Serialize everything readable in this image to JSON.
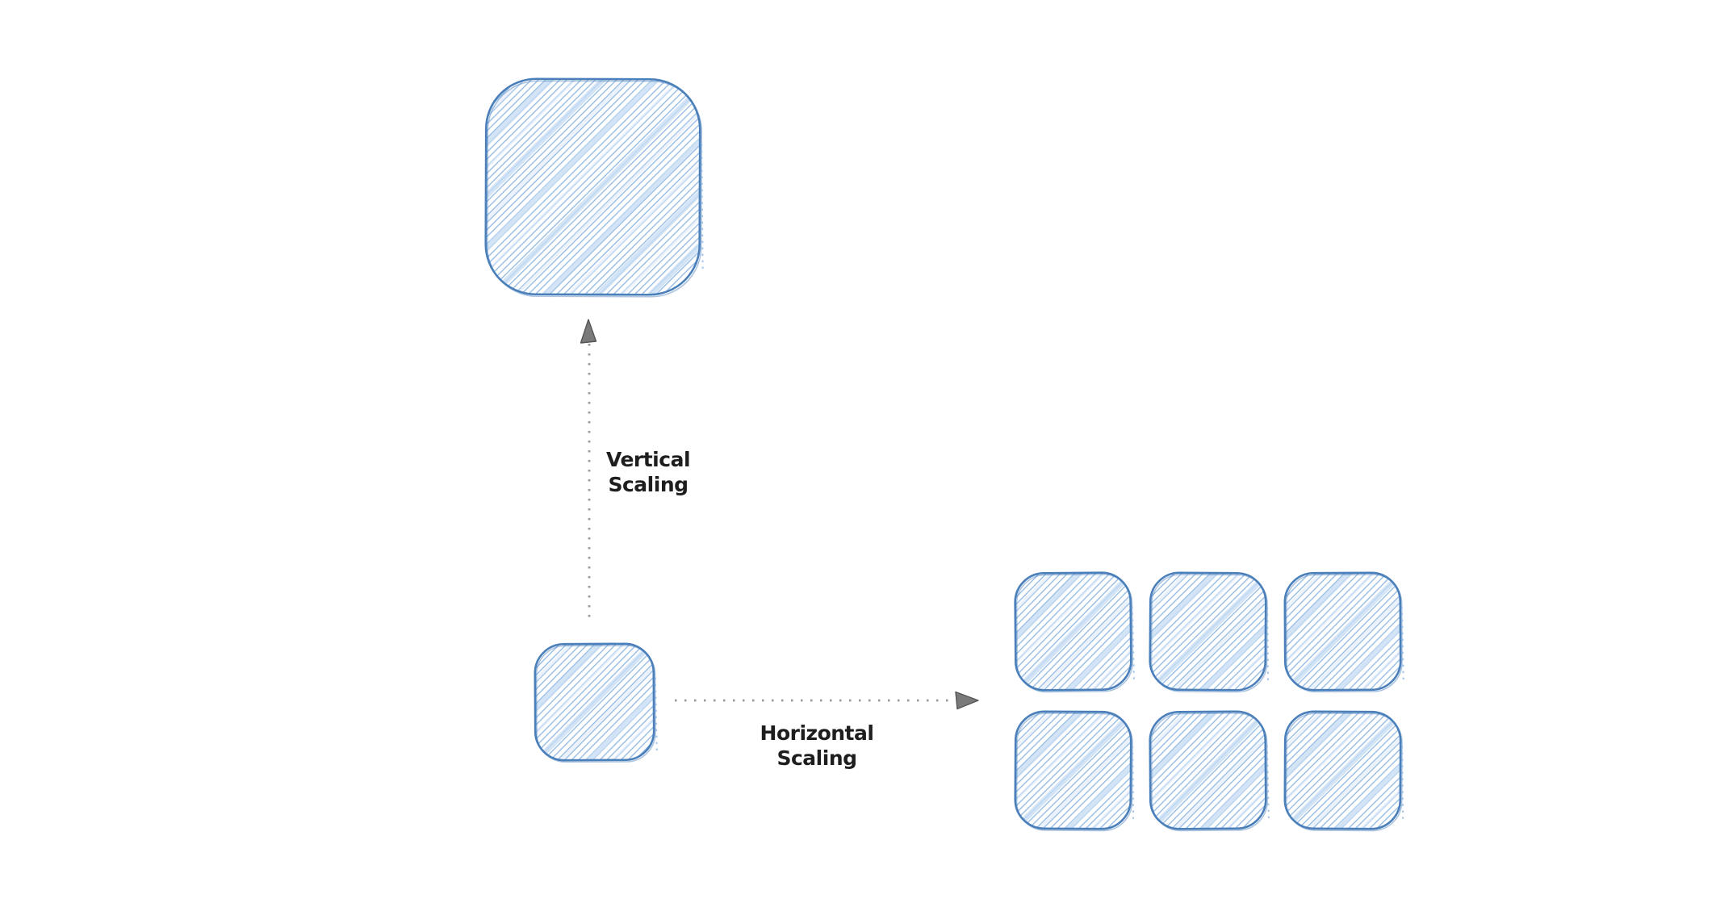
{
  "canvas": {
    "kind": "hand-drawn scaling diagram",
    "background": "#ffffff"
  },
  "labels": {
    "vertical_scaling": {
      "line1": "Vertical",
      "line2": "Scaling"
    },
    "horizontal_scaling": {
      "line1": "Horizontal",
      "line2": "Scaling"
    }
  },
  "nodes": {
    "original_server": {
      "count": 1
    },
    "vertically_scaled_server": {
      "count": 1
    },
    "horizontally_scaled_servers": {
      "count": 6,
      "grid_rows": 2,
      "grid_cols": 3
    }
  },
  "arrows": [
    {
      "name": "vertical-scaling-arrow",
      "direction": "up",
      "style": "dotted",
      "label": "Vertical Scaling"
    },
    {
      "name": "horizontal-scaling-arrow",
      "direction": "right",
      "style": "dotted",
      "label": "Horizontal Scaling"
    }
  ],
  "colors": {
    "background": "#ffffff",
    "box_stroke": "#4a7fba",
    "hatch": "#90b8e4",
    "hatch_light": "#c8ddf4",
    "hatch_faint": "#ddeafa",
    "arrow_gray": "#9a9a9a",
    "arrowhead_gray": "#7a7a7a",
    "arrowhead_stroke": "#555555",
    "text_color": "#1e1e1e"
  }
}
